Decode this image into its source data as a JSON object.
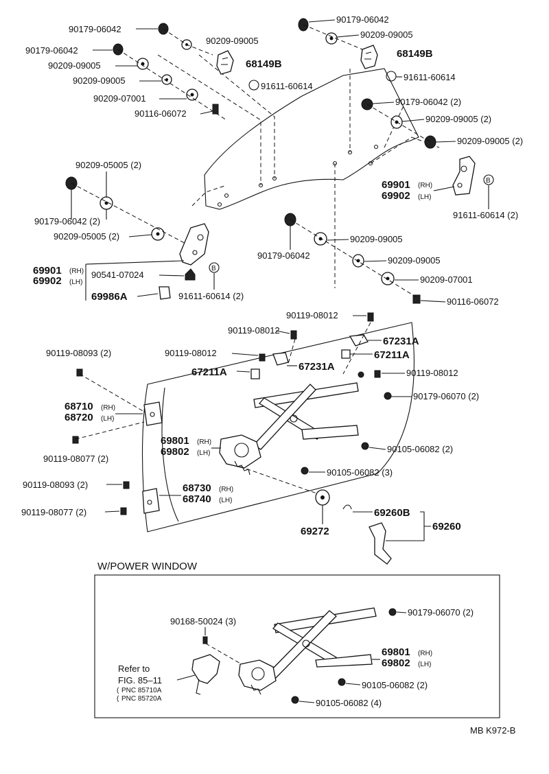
{
  "upper": {
    "l1": "90179-06042",
    "l2": "90209-09005",
    "l3": "90179-06042",
    "l4": "90209-09005",
    "l5": "90209-09005",
    "l6": "68149B",
    "l7": "90209-07001",
    "l8": "91611-60614",
    "l9": "90116-06072",
    "r1": "90179-06042",
    "r2": "90209-09005",
    "r3": "68149B",
    "r4": "91611-60614",
    "r5": "90179-06042 (2)",
    "r6": "90209-09005 (2)",
    "r7": "90209-09005 (2)",
    "r8": "69901",
    "r8s": "(RH)",
    "r9": "69902",
    "r9s": "(LH)",
    "r10": "91611-60614 (2)",
    "m1": "90209-05005 (2)",
    "m2": "90179-06042 (2)",
    "m3": "90209-05005 (2)",
    "m4": "69901",
    "m4s": "(RH)",
    "m5": "69902",
    "m5s": "(LH)",
    "m6": "90541-07024",
    "m7": "69986A",
    "m8": "91611-60614 (2)",
    "c1": "90179-06042",
    "c2": "90209-09005",
    "c3": "90209-09005",
    "c4": "90209-07001",
    "c5": "90116-06072",
    "b_marker": "B"
  },
  "lower": {
    "a1": "90119-08012",
    "a2": "90119-08012",
    "a3": "67231A",
    "a4": "90119-08012",
    "a5": "67211A",
    "a6": "67231A",
    "a7": "67211A",
    "a8": "90119-08093 (2)",
    "a9": "90119-08012",
    "a10": "90179-06070 (2)",
    "a11": "68710",
    "a11s": "(RH)",
    "a12": "68720",
    "a12s": "(LH)",
    "a13": "69801",
    "a13s": "(RH)",
    "a14": "69802",
    "a14s": "(LH)",
    "a15": "90119-08077 (2)",
    "a16": "90105-06082 (2)",
    "a17": "90105-06082 (3)",
    "a18": "90119-08093 (2)",
    "a19": "68730",
    "a19s": "(RH)",
    "a20": "68740",
    "a20s": "(LH)",
    "a21": "90119-08077 (2)",
    "a22": "69260B",
    "a23": "69260",
    "a24": "69272"
  },
  "power": {
    "title": "W/POWER WINDOW",
    "p1": "90168-50024 (3)",
    "p2": "90179-06070 (2)",
    "p3": "69801",
    "p3s": "(RH)",
    "p4": "69802",
    "p4s": "(LH)",
    "refer1": "Refer to",
    "refer2": "FIG. 85–11",
    "refer3": "PNC 85710A",
    "refer4": "PNC 85720A",
    "p5": "90105-06082 (2)",
    "p6": "90105-06082 (4)"
  },
  "footer": {
    "code": "MB K972-B"
  }
}
